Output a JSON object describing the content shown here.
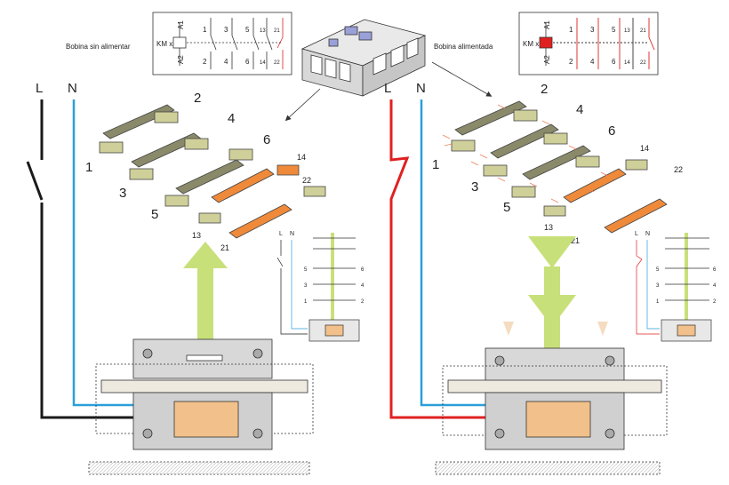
{
  "captions": {
    "left": "Bobina sin alimentar",
    "right": "Bobina alimentada"
  },
  "schematic": {
    "km": "KM x",
    "a1": "A1",
    "a2": "A2",
    "top_terms": [
      "1",
      "3",
      "5",
      "13",
      "21"
    ],
    "bottom_terms": [
      "2",
      "4",
      "6",
      "14",
      "22"
    ]
  },
  "lines": {
    "L": "L",
    "N": "N"
  },
  "contacts": {
    "n1": "1",
    "n2": "2",
    "n3": "3",
    "n4": "4",
    "n5": "5",
    "n6": "6",
    "n13": "13",
    "n14": "14",
    "n21": "21",
    "n22": "22"
  },
  "mini": {
    "L": "L",
    "N": "N",
    "rows": [
      {
        "l": "5",
        "r": "6"
      },
      {
        "l": "3",
        "r": "4"
      },
      {
        "l": "1",
        "r": "2"
      }
    ]
  },
  "colors": {
    "line_L_off": "#1a1a1a",
    "line_L_on": "#e02020",
    "line_N": "#2a9fd8",
    "coil": "#f2c08a",
    "power_contact": "#cfcf9a",
    "aux_contact": "#ef8a3a",
    "arrow": "#c8e07a",
    "spark": "#f08060"
  }
}
